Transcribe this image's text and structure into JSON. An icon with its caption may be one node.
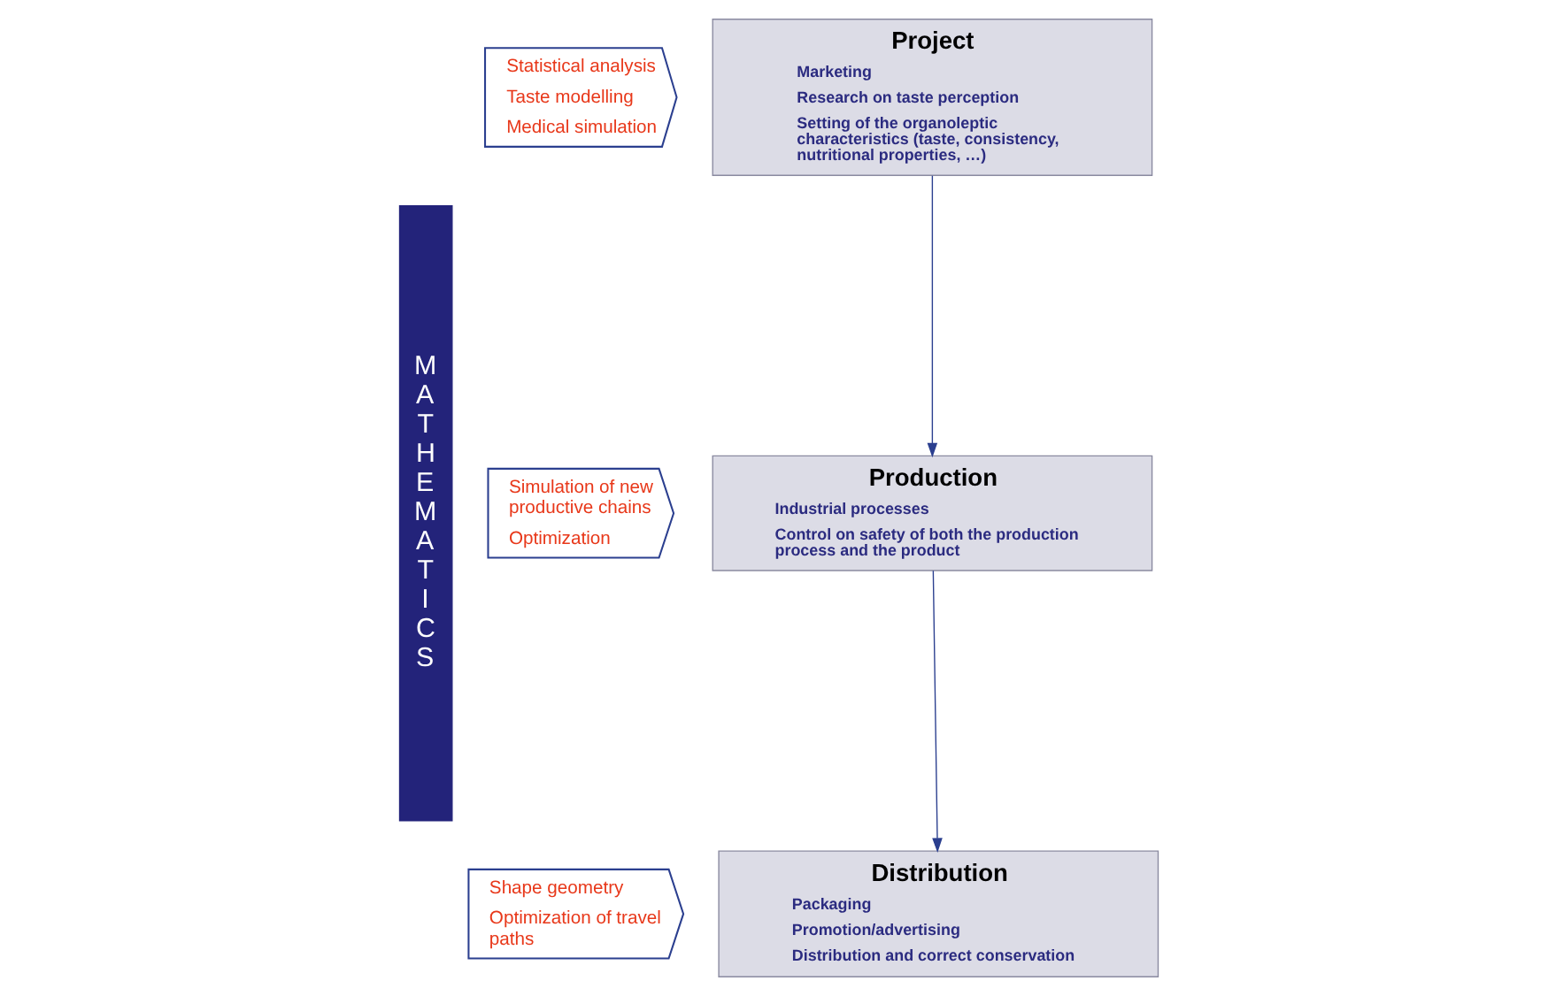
{
  "diagram": {
    "nodes": [
      {
        "text": [
          "MATHEMATICS"
        ]
      },
      {
        "text": [
          "Statistical analysis",
          "Taste modelling",
          "Medical simulation"
        ]
      },
      {
        "text": [
          "Project",
          "Marketing",
          "Research on taste perception",
          "Setting of the organoleptic characteristics (taste, consistency, nutritional properties, …)"
        ]
      },
      {
        "text": [
          "Simulation of new productive chains",
          "Optimization"
        ]
      },
      {
        "text": [
          "Production",
          "Industrial processes",
          "Control on safety of both the production process and the product"
        ]
      },
      {
        "text": [
          "Shape geometry",
          "Optimization of travel paths"
        ]
      },
      {
        "text": [
          "Distribution",
          "Packaging",
          "Promotion/advertising",
          "Distribution and correct conservation"
        ]
      }
    ],
    "edges": [
      {
        "from": 2,
        "to": 4,
        "arrow": "to"
      },
      {
        "from": 4,
        "to": 6,
        "arrow": "to"
      }
    ]
  }
}
